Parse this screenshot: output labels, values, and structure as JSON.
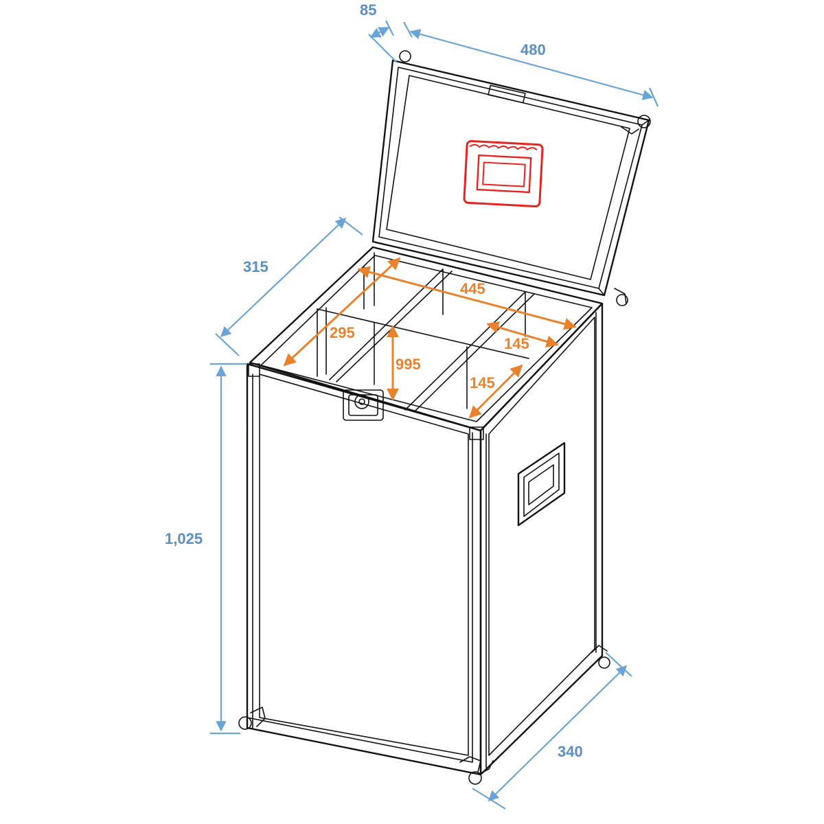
{
  "dimensions": {
    "lid_depth": "85",
    "width": "480",
    "depth_top": "315",
    "height": "1,025",
    "depth_bottom": "340"
  },
  "inner_dimensions": {
    "inner_width": "445",
    "inner_depth": "295",
    "inner_height": "995",
    "compartment_depth": "145",
    "compartment_width": "145"
  },
  "colors": {
    "outer_dimension": "#5a8fc2",
    "inner_dimension": "#e9822d",
    "handle": "#e8231f",
    "outline": "#111111"
  }
}
